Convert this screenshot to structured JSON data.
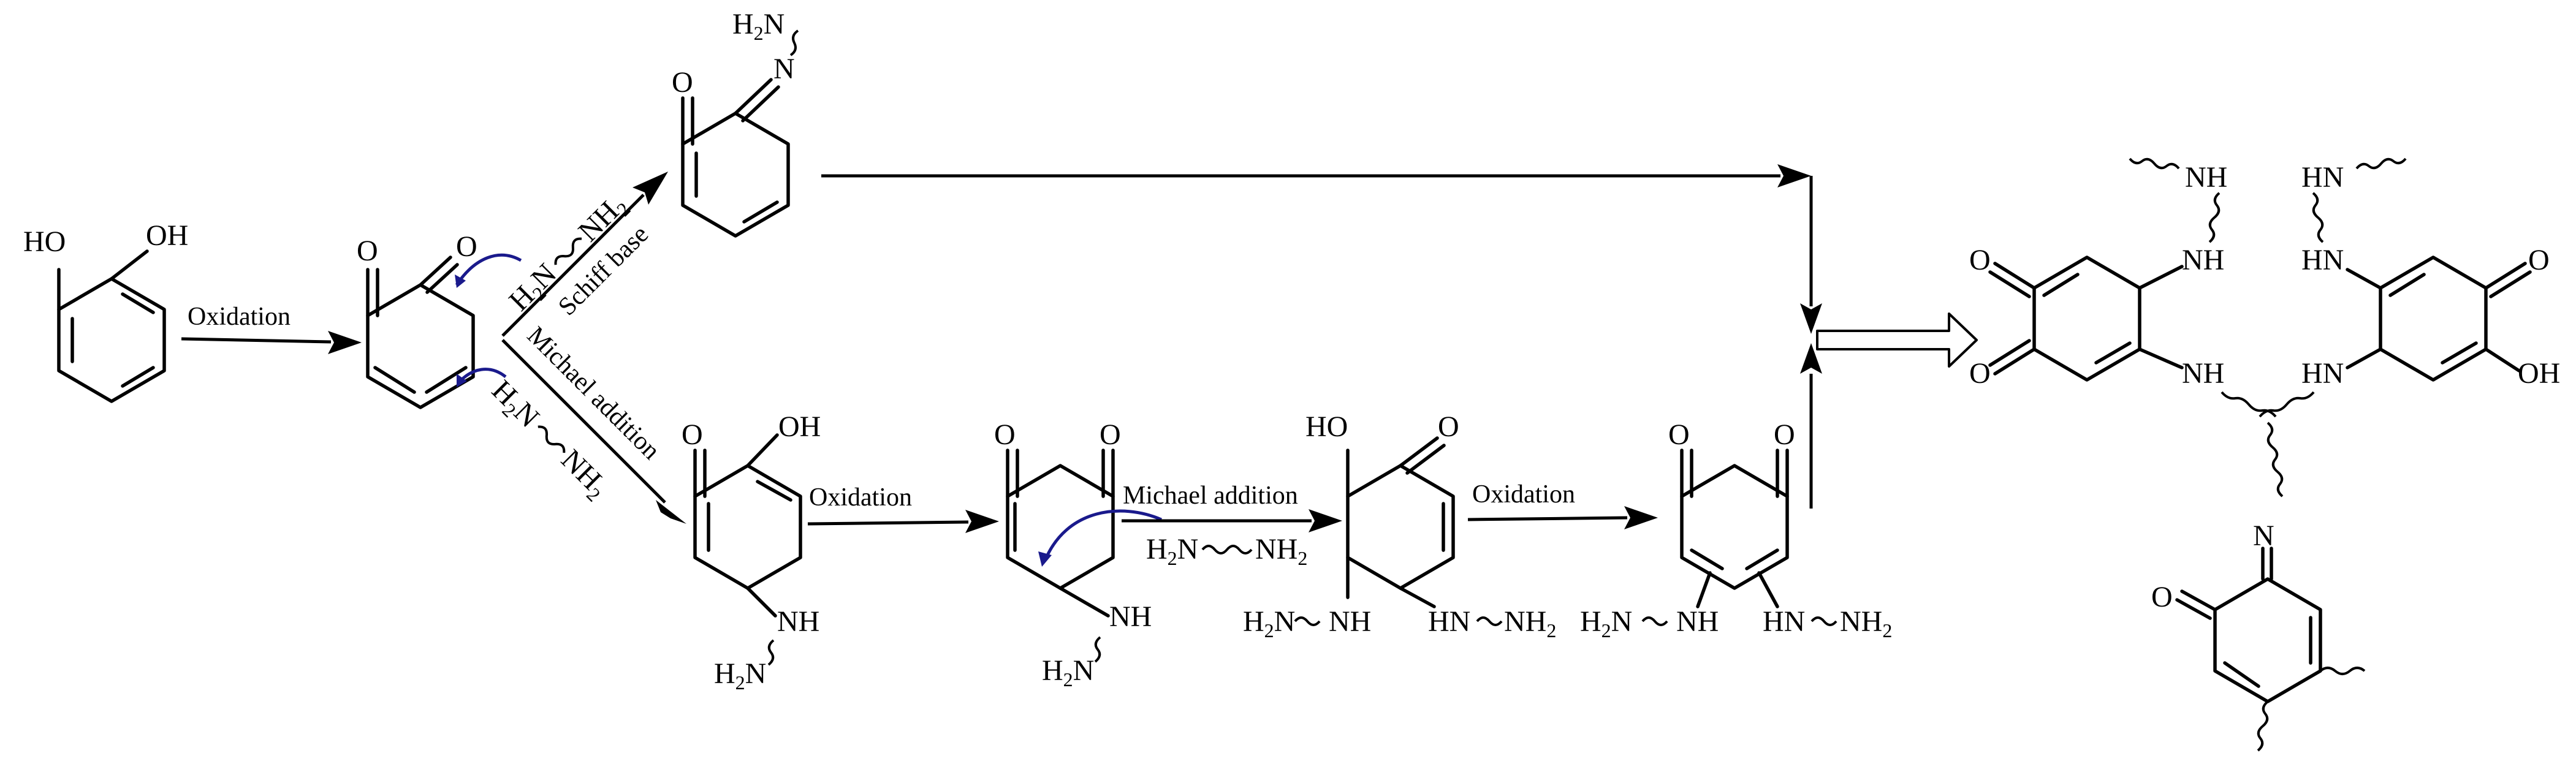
{
  "reactions": {
    "oxidation_1": "Oxidation",
    "schiff_base": "Schiff base",
    "michael_1": "Michael addition",
    "oxidation_2": "Oxidation",
    "michael_2": "Michael addition",
    "oxidation_3": "Oxidation"
  },
  "atoms": {
    "oh": "OH",
    "ho": "HO",
    "o": "O",
    "n": "N",
    "nh": "NH",
    "hn": "HN",
    "h2n": "H2N",
    "nh2": "NH2",
    "h": "H",
    "two": "2"
  }
}
